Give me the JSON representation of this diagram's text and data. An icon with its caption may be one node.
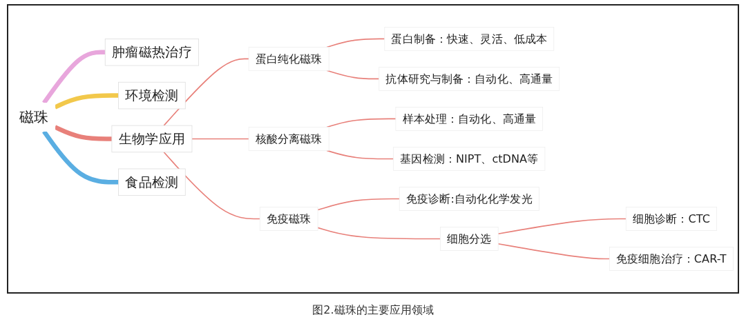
{
  "diagram": {
    "caption": "图2.磁珠的主要应用领域",
    "nodes": [
      {
        "text": [
          "磁珠"
        ]
      },
      {
        "text": [
          "肿瘤磁热治疗"
        ]
      },
      {
        "text": [
          "环境检测"
        ]
      },
      {
        "text": [
          "生物学应用"
        ]
      },
      {
        "text": [
          "食品检测"
        ]
      },
      {
        "text": [
          "蛋白纯化磁珠"
        ]
      },
      {
        "text": [
          "蛋白制备：快速、灵活、低成本"
        ]
      },
      {
        "text": [
          "抗体研究与制备：自动化、高通量"
        ]
      },
      {
        "text": [
          "核酸分离磁珠"
        ]
      },
      {
        "text": [
          "样本处理：自动化、高通量"
        ]
      },
      {
        "text": [
          "基因检测：NIPT、ctDNA等"
        ]
      },
      {
        "text": [
          "免疫磁珠"
        ]
      },
      {
        "text": [
          "免疫诊断:自动化化学发光"
        ]
      },
      {
        "text": [
          "细胞分选"
        ]
      },
      {
        "text": [
          "细胞诊断：CTC"
        ]
      },
      {
        "text": [
          "免疫细胞治疗：CAR-T"
        ]
      }
    ],
    "edges": [
      {
        "from": 0,
        "to": 1,
        "arrow": "none",
        "style": "thick",
        "color": "#e8a6dc"
      },
      {
        "from": 0,
        "to": 2,
        "arrow": "none",
        "style": "thick",
        "color": "#f2c84b"
      },
      {
        "from": 0,
        "to": 3,
        "arrow": "none",
        "style": "thick"
      },
      {
        "from": 0,
        "to": 4,
        "arrow": "none",
        "style": "thick",
        "color": "#5aaee2"
      },
      {
        "from": 3,
        "to": 5,
        "arrow": "none"
      },
      {
        "from": 3,
        "to": 8,
        "arrow": "none"
      },
      {
        "from": 3,
        "to": 11,
        "arrow": "none"
      },
      {
        "from": 5,
        "to": 6,
        "arrow": "none"
      },
      {
        "from": 5,
        "to": 7,
        "arrow": "none"
      },
      {
        "from": 8,
        "to": 9,
        "arrow": "none"
      },
      {
        "from": 8,
        "to": 10,
        "arrow": "none"
      },
      {
        "from": 11,
        "to": 12,
        "arrow": "none"
      },
      {
        "from": 11,
        "to": 13,
        "arrow": "none"
      },
      {
        "from": 13,
        "to": 14,
        "arrow": "none"
      },
      {
        "from": 13,
        "to": 15,
        "arrow": "none"
      }
    ]
  }
}
